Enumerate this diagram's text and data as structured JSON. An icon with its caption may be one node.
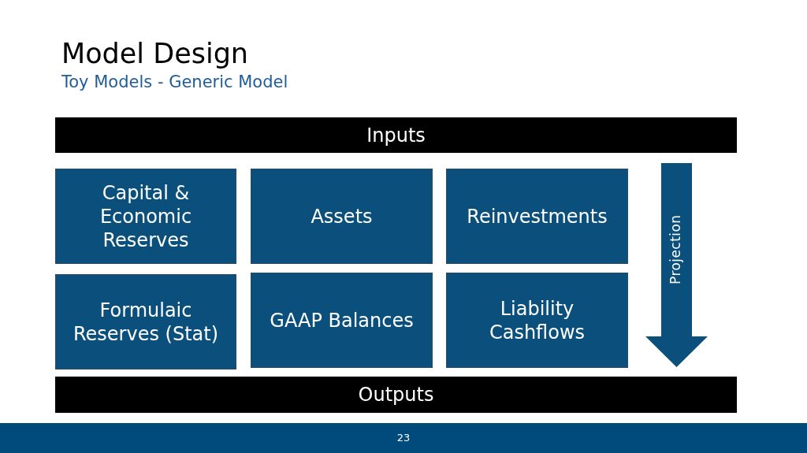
{
  "diagram": {
    "title": "Model Design",
    "nodes": [
      {
        "text": [
          "Inputs"
        ]
      },
      {
        "text": [
          "Capital & Economic Reserves"
        ]
      },
      {
        "text": [
          "Assets"
        ]
      },
      {
        "text": [
          "Reinvestments"
        ]
      },
      {
        "text": [
          "Formulaic Reserves (Stat)"
        ]
      },
      {
        "text": [
          "GAAP Balances"
        ]
      },
      {
        "text": [
          "Liability Cashflows"
        ]
      },
      {
        "text": [
          "Projection"
        ]
      },
      {
        "text": [
          "Outputs"
        ]
      }
    ],
    "labels": [
      "Toy Models - Generic Model",
      "23"
    ]
  }
}
